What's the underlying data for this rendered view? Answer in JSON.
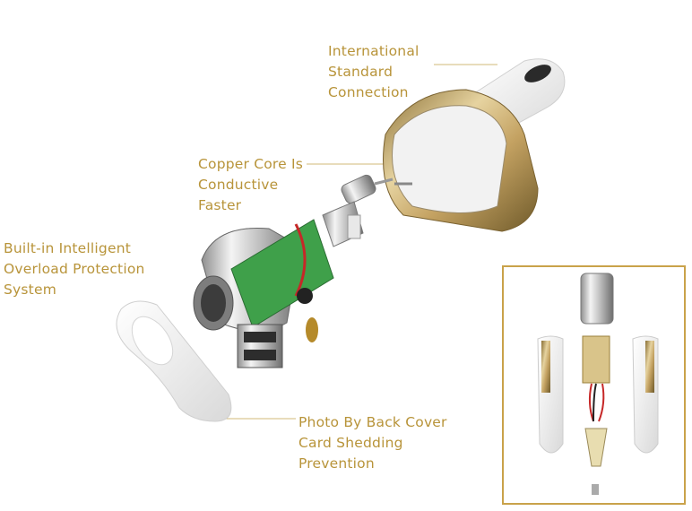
{
  "labels": {
    "international": [
      "International",
      "Standard",
      "Connection"
    ],
    "copper": [
      "Copper Core Is",
      "Conductive",
      "Faster"
    ],
    "overload": [
      "Built-in Intelligent",
      "Overload Protection",
      "System"
    ],
    "cover": [
      "Photo By Back Cover",
      "Card Shedding",
      "Prevention"
    ]
  },
  "colors": {
    "accent": "#b8943a",
    "gold": "#c9a85a",
    "inset_border": "#c9a24a"
  }
}
